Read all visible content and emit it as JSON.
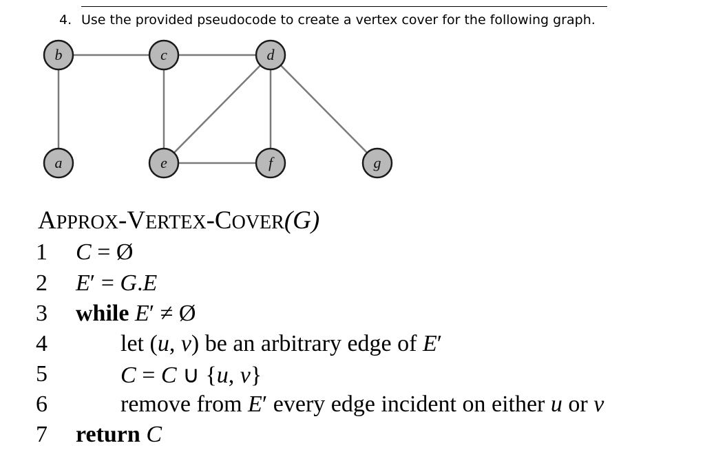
{
  "question": {
    "number": "4.",
    "text": "Use the provided pseudocode to create a vertex cover for the following graph."
  },
  "graph": {
    "vertices": [
      "b",
      "c",
      "d",
      "a",
      "e",
      "f",
      "g"
    ],
    "edges": [
      [
        "b",
        "c"
      ],
      [
        "c",
        "d"
      ],
      [
        "b",
        "a"
      ],
      [
        "c",
        "e"
      ],
      [
        "e",
        "d"
      ],
      [
        "d",
        "f"
      ],
      [
        "d",
        "g"
      ],
      [
        "e",
        "f"
      ]
    ],
    "colors": {
      "node_fill": "#b9b9b9",
      "node_stroke": "#1a1a1a",
      "edge": "#7a7a7a"
    }
  },
  "algorithm": {
    "name": "Approx-Vertex-Cover",
    "arg": "(G)",
    "lines": [
      {
        "num": "1",
        "text": "C = Ø"
      },
      {
        "num": "2",
        "text": "E′ = G.E"
      },
      {
        "num": "3",
        "keyword": "while",
        "text": " E′ ≠ Ø"
      },
      {
        "num": "4",
        "text": "let (u, v) be an arbitrary edge of E′"
      },
      {
        "num": "5",
        "text": "C = C ∪ {u, v}"
      },
      {
        "num": "6",
        "text": "remove from E′ every edge incident on either u or v"
      },
      {
        "num": "7",
        "keyword": "return",
        "text": " C"
      }
    ]
  }
}
